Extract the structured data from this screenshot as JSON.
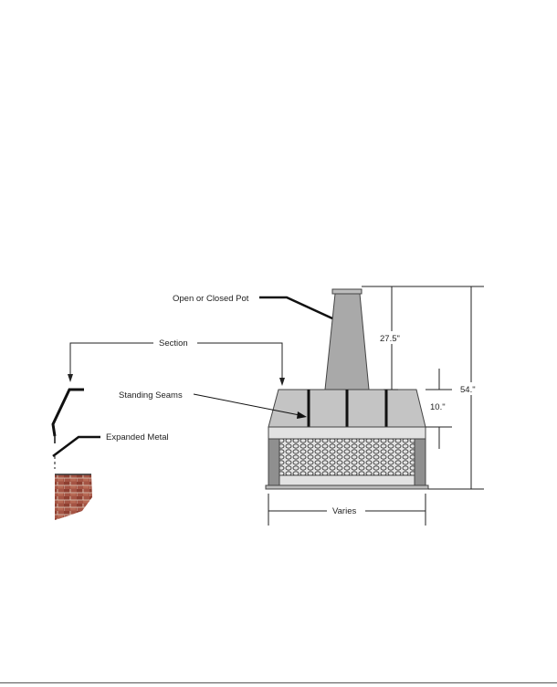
{
  "labels": {
    "open_closed_pot": "Open or Closed Pot",
    "section": "Section",
    "standing_seams": "Standing Seams",
    "expanded_metal": "Expanded Metal",
    "varies": "Varies"
  },
  "dimensions": {
    "pot_height": "27.5\"",
    "band_height": "10.\"",
    "total_height": "54.\""
  },
  "colors": {
    "metal_light": "#c8c8c8",
    "metal_mid": "#a8a8a8",
    "metal_dark": "#8e8e8e",
    "brick": "#9b4a3a",
    "mesh": "#d9d9d9",
    "ink": "#222222"
  }
}
